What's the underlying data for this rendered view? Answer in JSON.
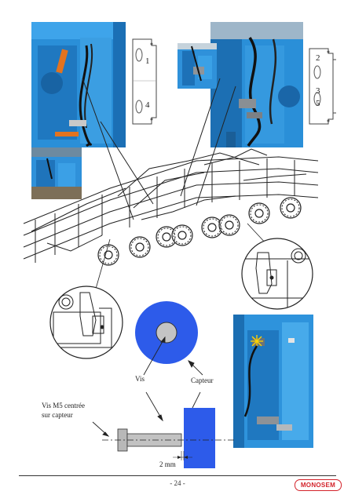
{
  "labels": {
    "vis": "Vis",
    "capteur": "Capteur",
    "vis_m5_line1": "Vis M5 centrée",
    "vis_m5_line2": "sur capteur",
    "gap": "2 mm"
  },
  "footer": {
    "page_number": "- 24 -",
    "brand": "MONOSEM"
  },
  "plate_left": {
    "marks": [
      "1",
      "4"
    ]
  },
  "plate_right": {
    "marks": [
      "2",
      "3",
      "5"
    ]
  },
  "colors": {
    "machine_blue": "#2a8fd8",
    "sensor_blue": "#2d5bea",
    "brand_red": "#d3222a"
  }
}
